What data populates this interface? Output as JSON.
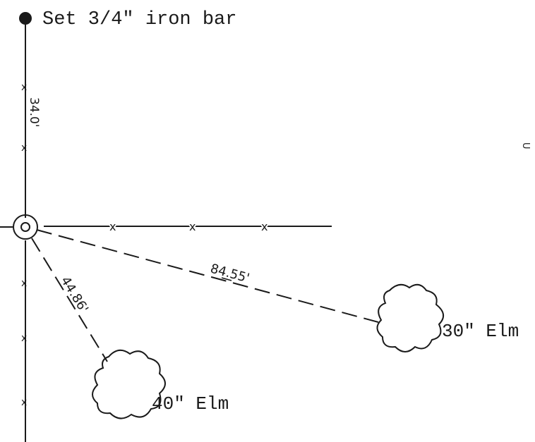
{
  "monument_label": "Set 3/4\" iron bar",
  "distances": {
    "north_tie": "34.0'",
    "to_40in_elm": "44.86'",
    "to_30in_elm": "84.55'"
  },
  "trees": {
    "elm_40": "40\" Elm",
    "elm_30": "30\" Elm"
  },
  "edge_mark": "U",
  "colors": {
    "ink": "#1a1a1a",
    "paper": "#ffffff"
  }
}
